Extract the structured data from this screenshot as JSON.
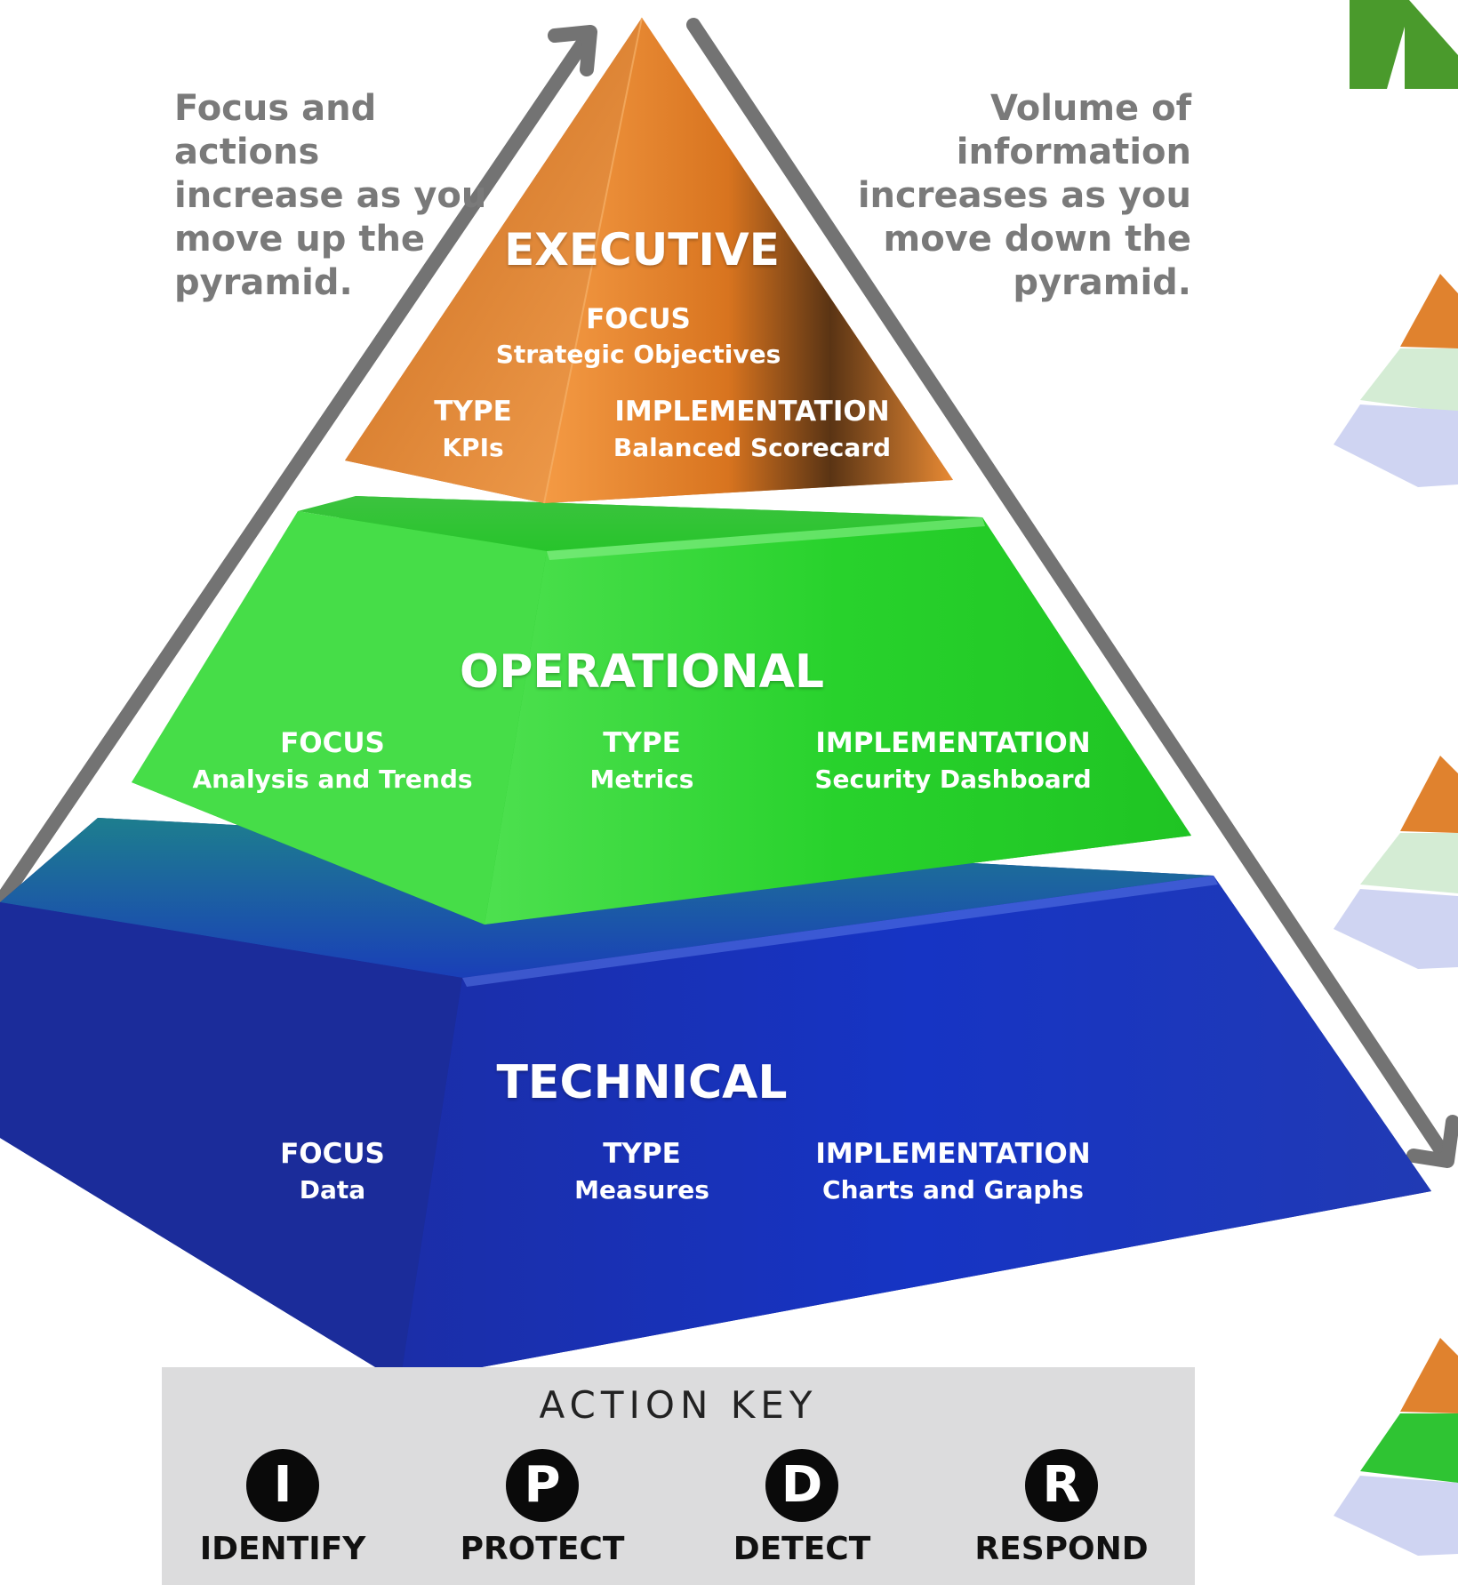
{
  "notes": {
    "left": "Focus and actions\nincrease as you\nmove up the\npyramid.",
    "right": "Volume of information\nincreases as you\nmove down the\npyramid."
  },
  "tiers": {
    "executive": {
      "title": "EXECUTIVE",
      "focus_label": "FOCUS",
      "focus_value": "Strategic Objectives",
      "type_label": "TYPE",
      "type_value": "KPIs",
      "impl_label": "IMPLEMENTATION",
      "impl_value": "Balanced Scorecard"
    },
    "operational": {
      "title": "OPERATIONAL",
      "focus_label": "FOCUS",
      "focus_value": "Analysis and Trends",
      "type_label": "TYPE",
      "type_value": "Metrics",
      "impl_label": "IMPLEMENTATION",
      "impl_value": "Security Dashboard"
    },
    "technical": {
      "title": "TECHNICAL",
      "focus_label": "FOCUS",
      "focus_value": "Data",
      "type_label": "TYPE",
      "type_value": "Measures",
      "impl_label": "IMPLEMENTATION",
      "impl_value": "Charts and Graphs"
    }
  },
  "action_key": {
    "title": "ACTION KEY",
    "items": [
      {
        "letter": "I",
        "label": "IDENTIFY"
      },
      {
        "letter": "P",
        "label": "PROTECT"
      },
      {
        "letter": "D",
        "label": "DETECT"
      },
      {
        "letter": "R",
        "label": "RESPOND"
      }
    ]
  },
  "colors": {
    "executive": "#e07a26",
    "operational": "#22cf2c",
    "technical": "#1a2fb0",
    "arrow": "#737373",
    "corner_logo": "#4a9a2c",
    "key_background": "#dcdcdd"
  }
}
